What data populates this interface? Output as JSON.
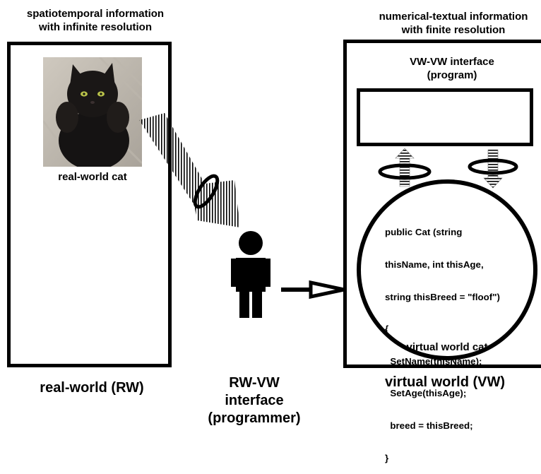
{
  "rw_header": {
    "line1": "spatiotemporal information",
    "line2": "with infinite resolution"
  },
  "vw_header": {
    "line1": "numerical-textual information",
    "line2": "with finite resolution"
  },
  "rw_cat_label": "real-world cat",
  "rw_label": "real-world (RW)",
  "vw_interface": {
    "line1": "VW-VW interface",
    "line2": "(program)"
  },
  "code": {
    "line1": "public Cat (string",
    "line2": "thisName, int thisAge,",
    "line3": "string thisBreed = \"floof\")",
    "line4": "{",
    "line5": "  SetName(thisName);",
    "line6": "  SetAge(thisAge);",
    "line7": "  breed = thisBreed;",
    "line8": "}"
  },
  "vw_cat_label": "virtual world cat",
  "vw_label": "virtual world (VW)",
  "rwvw_interface": {
    "line1": "RW-VW",
    "line2": "interface",
    "line3": "(programmer)"
  }
}
